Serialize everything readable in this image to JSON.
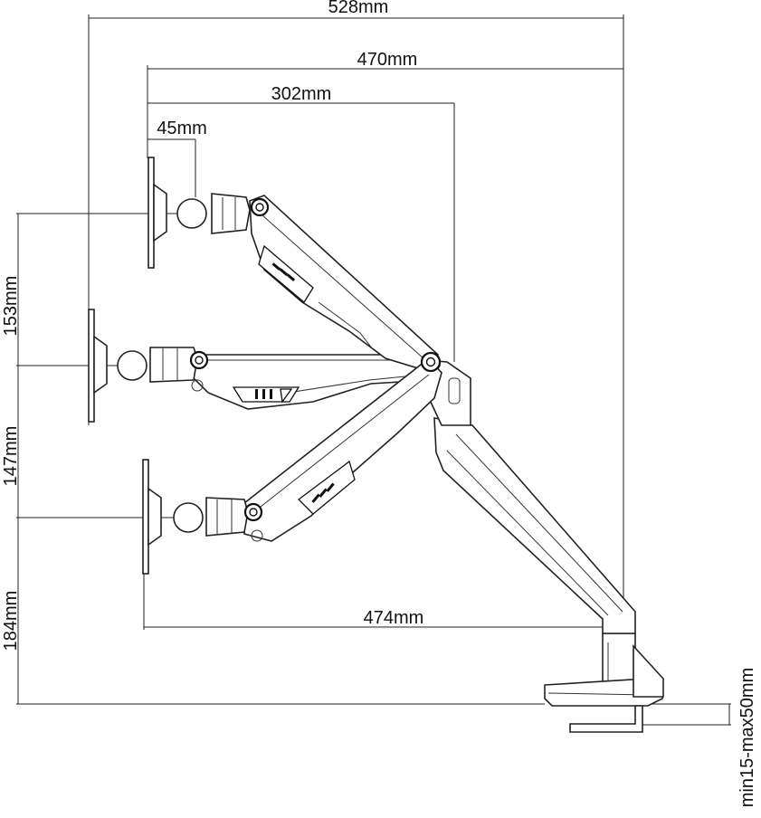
{
  "diagram": {
    "dimensions": {
      "overall_width": "528mm",
      "arm_reach": "470mm",
      "upper_arm": "302mm",
      "head_offset": "45mm",
      "lower_reach": "474mm",
      "height_top": "153mm",
      "height_middle": "147mm",
      "height_bottom": "184mm",
      "clamp_range": "min15-max50mm"
    },
    "positions": [
      "top",
      "middle",
      "bottom"
    ],
    "icons": [
      "vesa-plate",
      "ball-joint",
      "pivot-joint",
      "gas-spring-arm",
      "pole",
      "desk-clamp"
    ]
  }
}
